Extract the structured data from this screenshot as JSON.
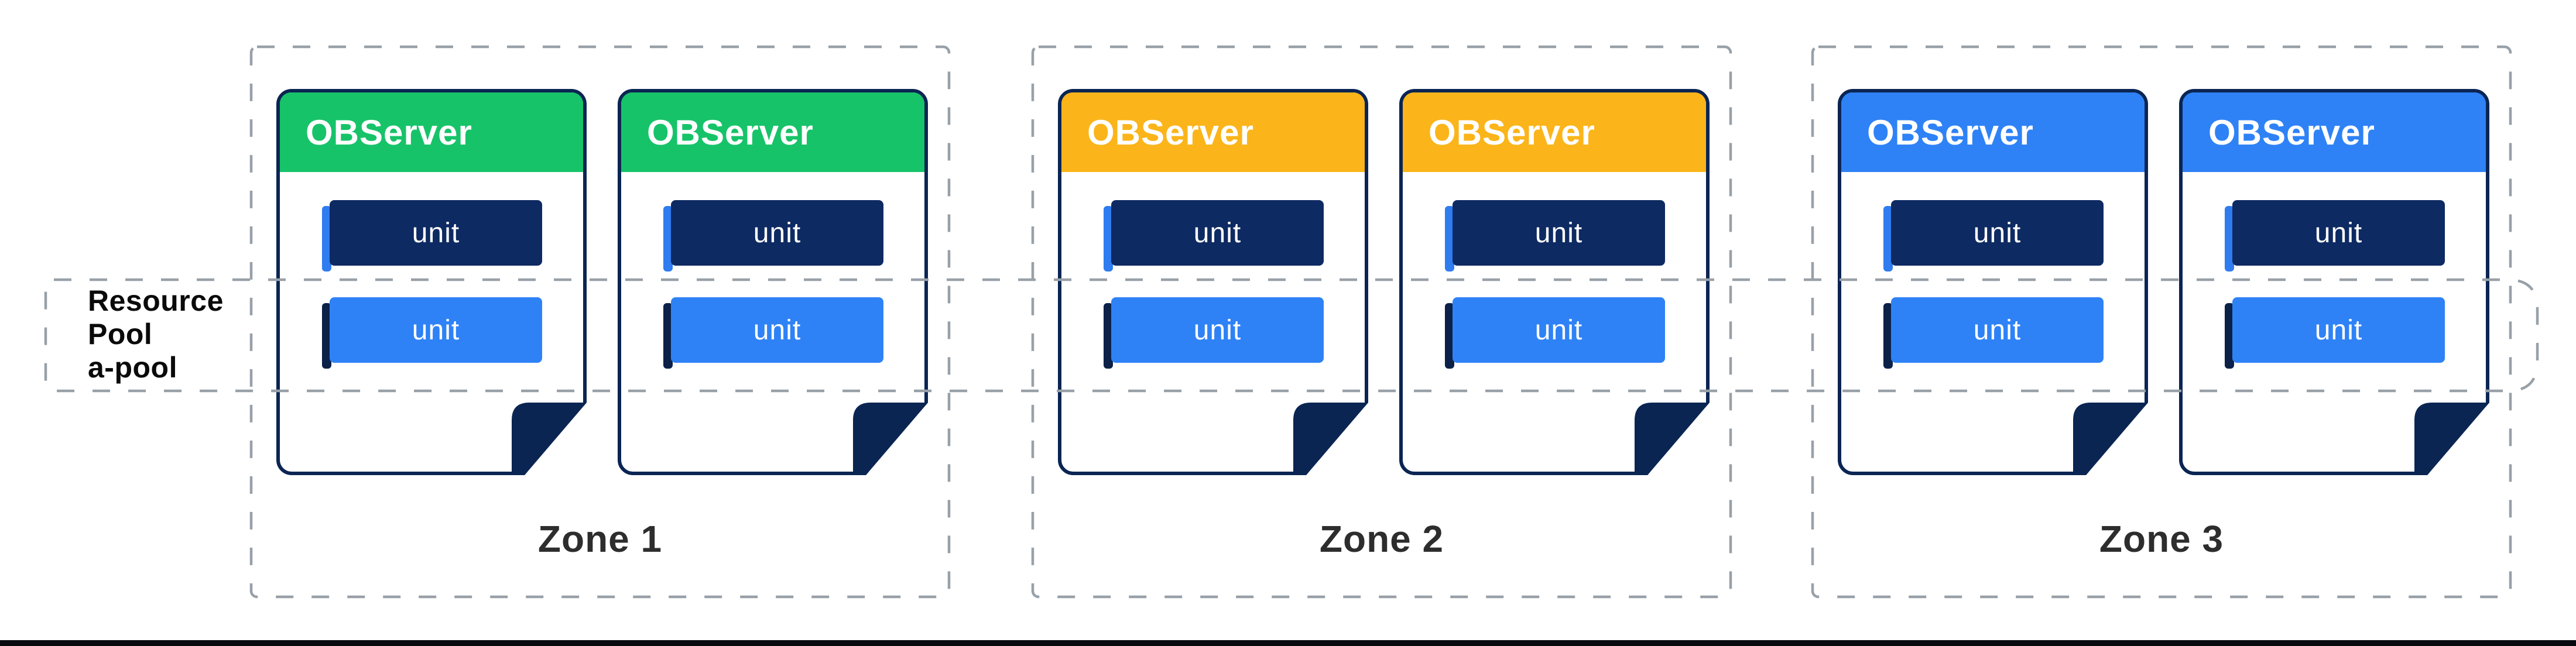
{
  "colors": {
    "green": "#17C369",
    "amber": "#FBB51A",
    "blue": "#2E82F6",
    "navy": "#0E2A62",
    "border": "#0B2553",
    "accent_blue": "#2E7CF0",
    "accent_navy": "#0B2148",
    "dash": "#98A0A8",
    "zone_label": "#2D2D2D",
    "pool_label": "#0A0A0A",
    "bottom_bar": "#07090E"
  },
  "resource_pool": {
    "label_lines": [
      "Resource",
      "Pool",
      "a-pool"
    ]
  },
  "zones": [
    {
      "label": "Zone 1",
      "header_color": "green",
      "servers": [
        {
          "title": "OBServer",
          "units": [
            {
              "label": "unit",
              "variant": "dark"
            },
            {
              "label": "unit",
              "variant": "light"
            }
          ]
        },
        {
          "title": "OBServer",
          "units": [
            {
              "label": "unit",
              "variant": "dark"
            },
            {
              "label": "unit",
              "variant": "light"
            }
          ]
        }
      ]
    },
    {
      "label": "Zone 2",
      "header_color": "amber",
      "servers": [
        {
          "title": "OBServer",
          "units": [
            {
              "label": "unit",
              "variant": "dark"
            },
            {
              "label": "unit",
              "variant": "light"
            }
          ]
        },
        {
          "title": "OBServer",
          "units": [
            {
              "label": "unit",
              "variant": "dark"
            },
            {
              "label": "unit",
              "variant": "light"
            }
          ]
        }
      ]
    },
    {
      "label": "Zone 3",
      "header_color": "blue",
      "servers": [
        {
          "title": "OBServer",
          "units": [
            {
              "label": "unit",
              "variant": "dark"
            },
            {
              "label": "unit",
              "variant": "light"
            }
          ]
        },
        {
          "title": "OBServer",
          "units": [
            {
              "label": "unit",
              "variant": "dark"
            },
            {
              "label": "unit",
              "variant": "light"
            }
          ]
        }
      ]
    }
  ]
}
